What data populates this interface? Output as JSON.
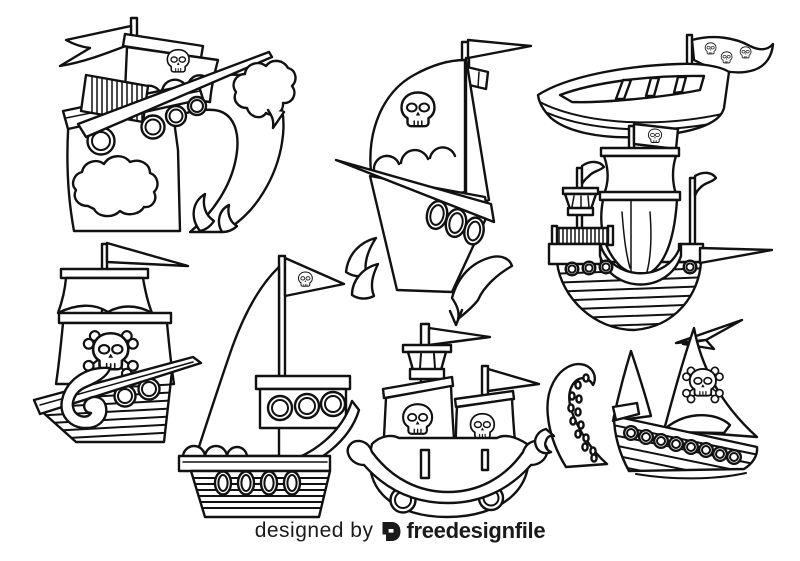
{
  "canvas": {
    "background_color": "#ffffff",
    "line_color": "#111111",
    "style": "black and white pirate ship cartoon vector set, coloring page"
  },
  "footer": {
    "credit_prefix": "designed by",
    "brand_name": "freedesignfile",
    "logo": "freedesignfile-logo"
  },
  "ships": [
    {
      "id": "wave-rider",
      "label": "Pirate ship riding a large curling wave, with skull sail, striped cabin, portholes and foam clouds"
    },
    {
      "id": "big-sail",
      "label": "Pirate ship with tall rounded skull mainsail, masthead flag, long bowsprit and wave splashes"
    },
    {
      "id": "rowboat",
      "label": "Wooden rowboat with deck planks and a long banner bearing three skulls"
    },
    {
      "id": "galleon",
      "label": "Pirate galleon with skull flag, crow's nest, square sails, striped round hull and bowsprit"
    },
    {
      "id": "crossbones",
      "label": "Pirate ship with skull-and-crossbones mainsail, pennant, striped hull and curled prow"
    },
    {
      "id": "sailboat",
      "label": "Sailboat with skull pennant, large triangular sail, cabin portholes and striped hull"
    },
    {
      "id": "twin-sails",
      "label": "Front-facing pirate ship with two skull sails, crow's nest and curved rail"
    },
    {
      "id": "kraken",
      "label": "Pirate ship with skull-and-crossbones sail attacked by a kraken tentacle with suckers"
    }
  ]
}
